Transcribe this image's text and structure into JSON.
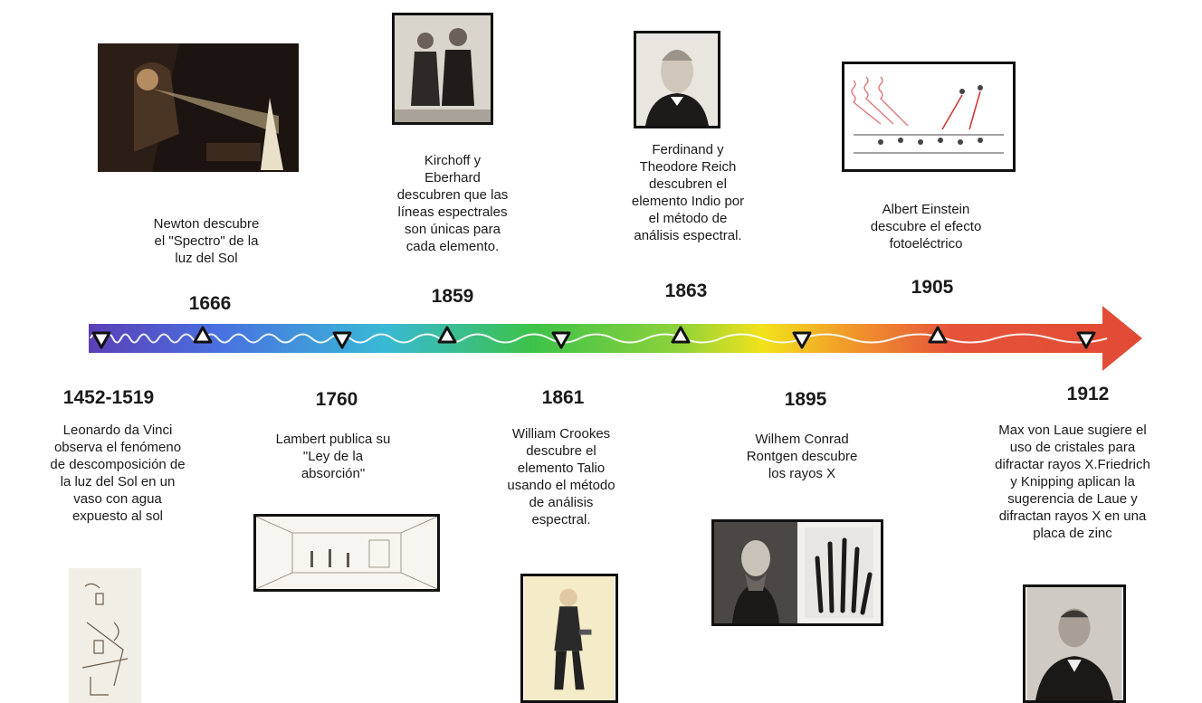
{
  "events": [
    {
      "year": "1452-1519",
      "text": "Leonardo da Vinci\nobserva el fenómeno\nde descomposición de\nla luz del Sol  en un\nvaso con agua\nexpuesto al sol",
      "image": "da-vinci-sketch"
    },
    {
      "year": "1666",
      "text": "Newton descubre\nel  \"Spectro\" de la\nluz del Sol",
      "image": "newton-prism-painting"
    },
    {
      "year": "1760",
      "text": "Lambert publica su\n\"Ley de la\nabsorción\"",
      "image": "lambert-room-engraving"
    },
    {
      "year": "1859",
      "text": "Kirchoff  y\nEberhard\ndescubren que las\nlíneas espectrales\nson únicas para\ncada elemento.",
      "image": "kirchhoff-bunsen-photo"
    },
    {
      "year": "1861",
      "text": "William Crookes\ndescubre el\nelemento Talio\nusando el método\nde análisis\nespectral.",
      "image": "crookes-caricature"
    },
    {
      "year": "1863",
      "text": "Ferdinand y\nTheodore Reich\ndescubren el\nelemento Indio por\nel método de\nanálisis espectral.",
      "image": "reich-portrait"
    },
    {
      "year": "1895",
      "text": "Wilhem Conrad\nRontgen  descubre\nlos rayos X",
      "image": "rontgen-xray-hand"
    },
    {
      "year": "1905",
      "text": "Albert Einstein\ndescubre el efecto\nfotoeléctrico",
      "image": "photoelectric-diagram"
    },
    {
      "year": "1912",
      "text": "Max von Laue sugiere el\nuso de cristales para\ndifractar rayos X.Friedrich\ny Knipping  aplican la\nsugerencia de Laue y\ndifractan rayos X en una\nplaca de zinc",
      "image": "von-laue-portrait"
    }
  ],
  "colors": {
    "arrow_start": "#5a3fb8",
    "arrow_mid": "#3cc23c",
    "arrow_yellow": "#f2e218",
    "arrow_end": "#e24a35"
  }
}
